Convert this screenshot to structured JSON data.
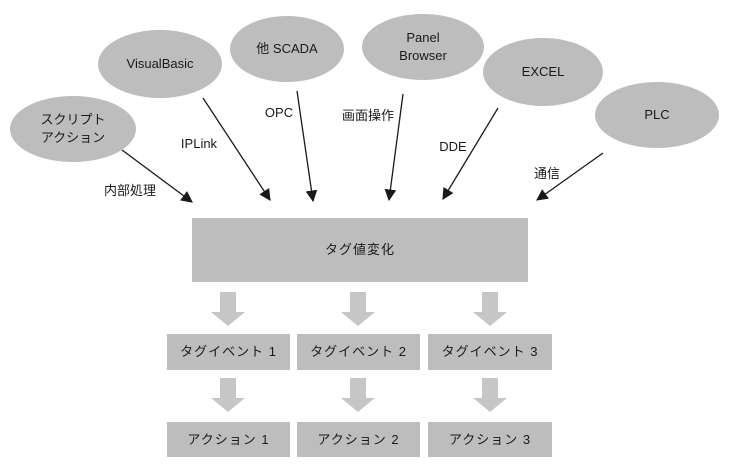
{
  "diagram": {
    "title": "tag-event-flow",
    "colors": {
      "background": "#ffffff",
      "node_fill": "#bdbdbd",
      "block_arrow_fill": "#c6c6c6",
      "line_color": "#1a1a1a",
      "text_color": "#1a1a1a"
    },
    "sources": [
      {
        "id": "script-action",
        "label": "スクリプト\nアクション"
      },
      {
        "id": "visualbasic",
        "label": "VisualBasic"
      },
      {
        "id": "other-scada",
        "label": "他 SCADA"
      },
      {
        "id": "panel-browser",
        "label": "Panel\nBrowser"
      },
      {
        "id": "excel",
        "label": "EXCEL"
      },
      {
        "id": "plc",
        "label": "PLC"
      }
    ],
    "connections": [
      {
        "from": "script-action",
        "label": "内部処理"
      },
      {
        "from": "visualbasic",
        "label": "IPLink"
      },
      {
        "from": "other-scada",
        "label": "OPC"
      },
      {
        "from": "panel-browser",
        "label": "画面操作"
      },
      {
        "from": "excel",
        "label": "DDE"
      },
      {
        "from": "plc",
        "label": "通信"
      }
    ],
    "hub": {
      "label": "タグ値変化"
    },
    "events": [
      {
        "label": "タグイベント 1"
      },
      {
        "label": "タグイベント 2"
      },
      {
        "label": "タグイベント 3"
      }
    ],
    "actions": [
      {
        "label": "アクション 1"
      },
      {
        "label": "アクション 2"
      },
      {
        "label": "アクション 3"
      }
    ]
  }
}
